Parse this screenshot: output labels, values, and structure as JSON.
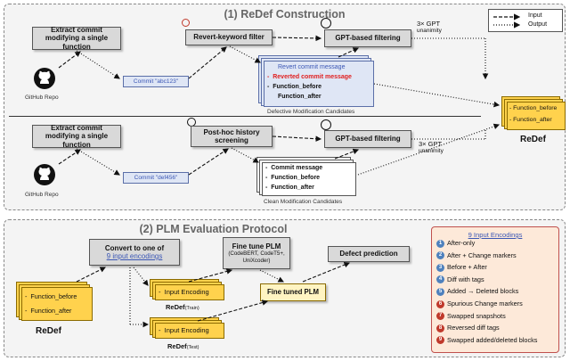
{
  "top_panel": {
    "title": "(1) ReDef Construction",
    "row1": {
      "extract_box": "Extract commit modifying a single function",
      "commit_label": "Commit \"abc123\"",
      "repo_label": "GitHub Repo",
      "filter_box": "Revert-keyword filter",
      "gpt_box": "GPT-based filtering",
      "gpt_note_line1": "3× GPT",
      "gpt_note_line2": "unanimity",
      "candidate_lines": [
        "Revert commit message",
        "Reverted commit message",
        "Function_before",
        "Function_after"
      ],
      "candidate_caption": "Defective Modification Candidates"
    },
    "row2": {
      "extract_box": "Extract commit modifying a single function",
      "commit_label": "Commit \"def456\"",
      "repo_label": "GitHub Repo",
      "filter_box": "Post-hoc history screening",
      "gpt_box": "GPT-based filtering",
      "gpt_note_line1": "3× GPT",
      "gpt_note_line2": "unanimity",
      "candidate_lines": [
        "Commit message",
        "Function_before",
        "Function_after"
      ],
      "candidate_caption": "Clean Modification Candidates"
    },
    "redef_output": {
      "lines": [
        "Function_before",
        "Function_after"
      ],
      "label": "ReDef"
    },
    "legend": {
      "input": "Input",
      "output": "Output"
    }
  },
  "bottom_panel": {
    "title": "(2) PLM Evaluation Protocol",
    "redef_lines": [
      "Function_before",
      "Function_after"
    ],
    "redef_label": "ReDef",
    "convert_line1": "Convert to one of",
    "convert_line2": "9 input encodings",
    "finetune_title": "Fine tune PLM",
    "finetune_models": "(CodeBERT, CodeT5+, UniXcoder)",
    "train_encoding": "Input Encoding",
    "train_label": "ReDef",
    "train_sub": "(Train)",
    "test_encoding": "Input Encoding",
    "test_label": "ReDef",
    "test_sub": "(Test)",
    "finetuned_box": "Fine tuned PLM",
    "defect_box": "Defect prediction",
    "encodings": {
      "title": "9 Input Encodings",
      "items": [
        {
          "n": "1",
          "label": "After-only",
          "color": "#4f81bd"
        },
        {
          "n": "2",
          "label": "After + Change markers",
          "color": "#4f81bd"
        },
        {
          "n": "3",
          "label": "Before + After",
          "color": "#4f81bd"
        },
        {
          "n": "4",
          "label": "Diff with tags",
          "color": "#4f81bd"
        },
        {
          "n": "5",
          "label": "Added → Deleted blocks",
          "color": "#4f81bd"
        },
        {
          "n": "6",
          "label": "Spurious Change markers",
          "color": "#c0392b"
        },
        {
          "n": "7",
          "label": "Swapped snapshots",
          "color": "#c0392b"
        },
        {
          "n": "8",
          "label": "Reversed diff tags",
          "color": "#c0392b"
        },
        {
          "n": "9",
          "label": "Swapped added/deleted blocks",
          "color": "#c0392b"
        }
      ]
    }
  },
  "colors": {
    "accent_blue": "#3b57b5",
    "red_text": "#e02020",
    "yellow": "#ffd24d"
  }
}
